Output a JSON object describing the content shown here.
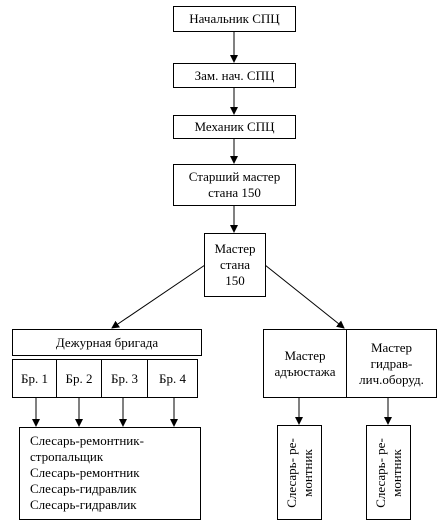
{
  "diagram": {
    "chain": [
      "Начальник СПЦ",
      "Зам. нач. СПЦ",
      "Механик СПЦ",
      "Старший мастер\nстана 150"
    ],
    "mill_master": "Мастер\nстана\n150",
    "duty_team": {
      "title": "Дежурная бригада",
      "brigades": [
        "Бр. 1",
        "Бр. 2",
        "Бр. 3",
        "Бр. 4"
      ],
      "workers": [
        "Слесарь-ремонтник-",
        "стропальщик",
        "Слесарь-ремонтник",
        "Слесарь-гидравлик",
        "Слесарь-гидравлик"
      ]
    },
    "adjustment_master": "Мастер\nадъюстажа",
    "hydraulic_master": "Мастер\nгидрав-\nлич.оборуд.",
    "adjustment_worker": "Слесарь- ре-\nмонтник",
    "hydraulic_worker": "Слесарь- ре-\nмонтник"
  }
}
